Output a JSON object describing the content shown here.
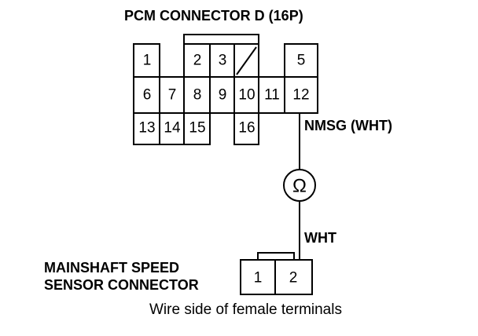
{
  "pcm_connector": {
    "title": "PCM CONNECTOR D (16P)",
    "pins": [
      "1",
      "2",
      "3",
      "5",
      "6",
      "7",
      "8",
      "9",
      "10",
      "11",
      "12",
      "13",
      "14",
      "15",
      "16"
    ]
  },
  "wire_labels": {
    "nmsg": "NMSG (WHT)",
    "wht": "WHT"
  },
  "meter": {
    "symbol": "Ω",
    "icon": "ohmmeter-icon"
  },
  "sensor_connector": {
    "title_line1": "MAINSHAFT SPEED",
    "title_line2": "SENSOR CONNECTOR",
    "pins": [
      "1",
      "2"
    ]
  },
  "caption": "Wire side of female terminals"
}
